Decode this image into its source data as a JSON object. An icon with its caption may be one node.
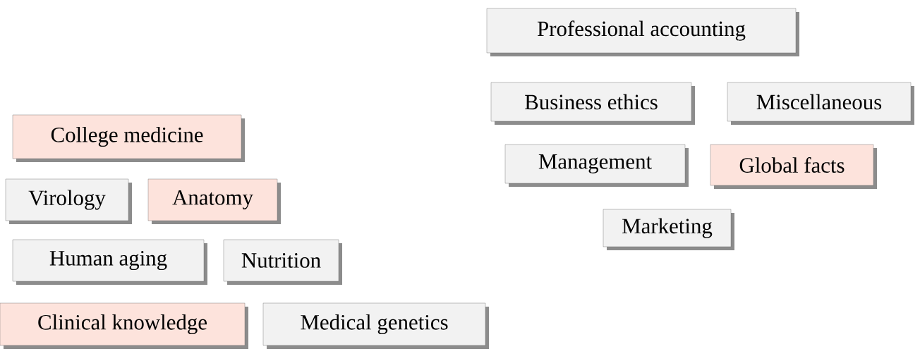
{
  "diagram": {
    "nodes": [
      {
        "text": [
          "Professional accounting"
        ]
      },
      {
        "text": [
          "Business ethics"
        ]
      },
      {
        "text": [
          "Miscellaneous"
        ]
      },
      {
        "text": [
          "Management"
        ]
      },
      {
        "text": [
          "Global facts"
        ]
      },
      {
        "text": [
          "Marketing"
        ]
      },
      {
        "text": [
          "College medicine"
        ]
      },
      {
        "text": [
          "Virology"
        ]
      },
      {
        "text": [
          "Anatomy"
        ]
      },
      {
        "text": [
          "Human aging"
        ]
      },
      {
        "text": [
          "Nutrition"
        ]
      },
      {
        "text": [
          "Clinical knowledge"
        ]
      },
      {
        "text": [
          "Medical genetics"
        ]
      }
    ]
  }
}
